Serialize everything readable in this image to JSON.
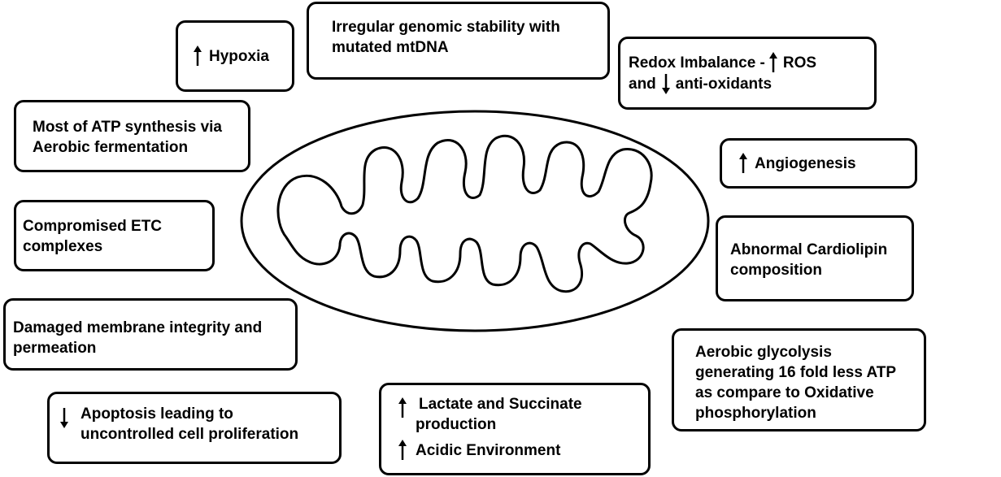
{
  "boxes": {
    "hypoxia": "Hypoxia",
    "genomic": [
      "Irregular genomic stability with",
      "mutated mtDNA"
    ],
    "redox_line1_a": "Redox Imbalance -",
    "redox_line1_b": "ROS",
    "redox_line2_a": "and",
    "redox_line2_b": "anti-oxidants",
    "atp_fermentation": [
      "Most of ATP synthesis via",
      "Aerobic fermentation"
    ],
    "angiogenesis": "Angiogenesis",
    "etc": [
      "Compromised ETC",
      "complexes"
    ],
    "cardiolipin": [
      "Abnormal Cardiolipin",
      "composition"
    ],
    "membrane": [
      "Damaged membrane integrity and",
      "permeation"
    ],
    "glycolysis": [
      "Aerobic glycolysis",
      "generating 16 fold less ATP",
      "as compare to Oxidative",
      "phosphorylation"
    ],
    "apoptosis": [
      "Apoptosis leading to",
      "uncontrolled cell proliferation"
    ],
    "lactate": [
      "Lactate and Succinate",
      "production"
    ],
    "acidic": "Acidic Environment"
  },
  "icons": [
    "up-arrow-icon",
    "down-arrow-icon",
    "mitochondrion-icon"
  ]
}
